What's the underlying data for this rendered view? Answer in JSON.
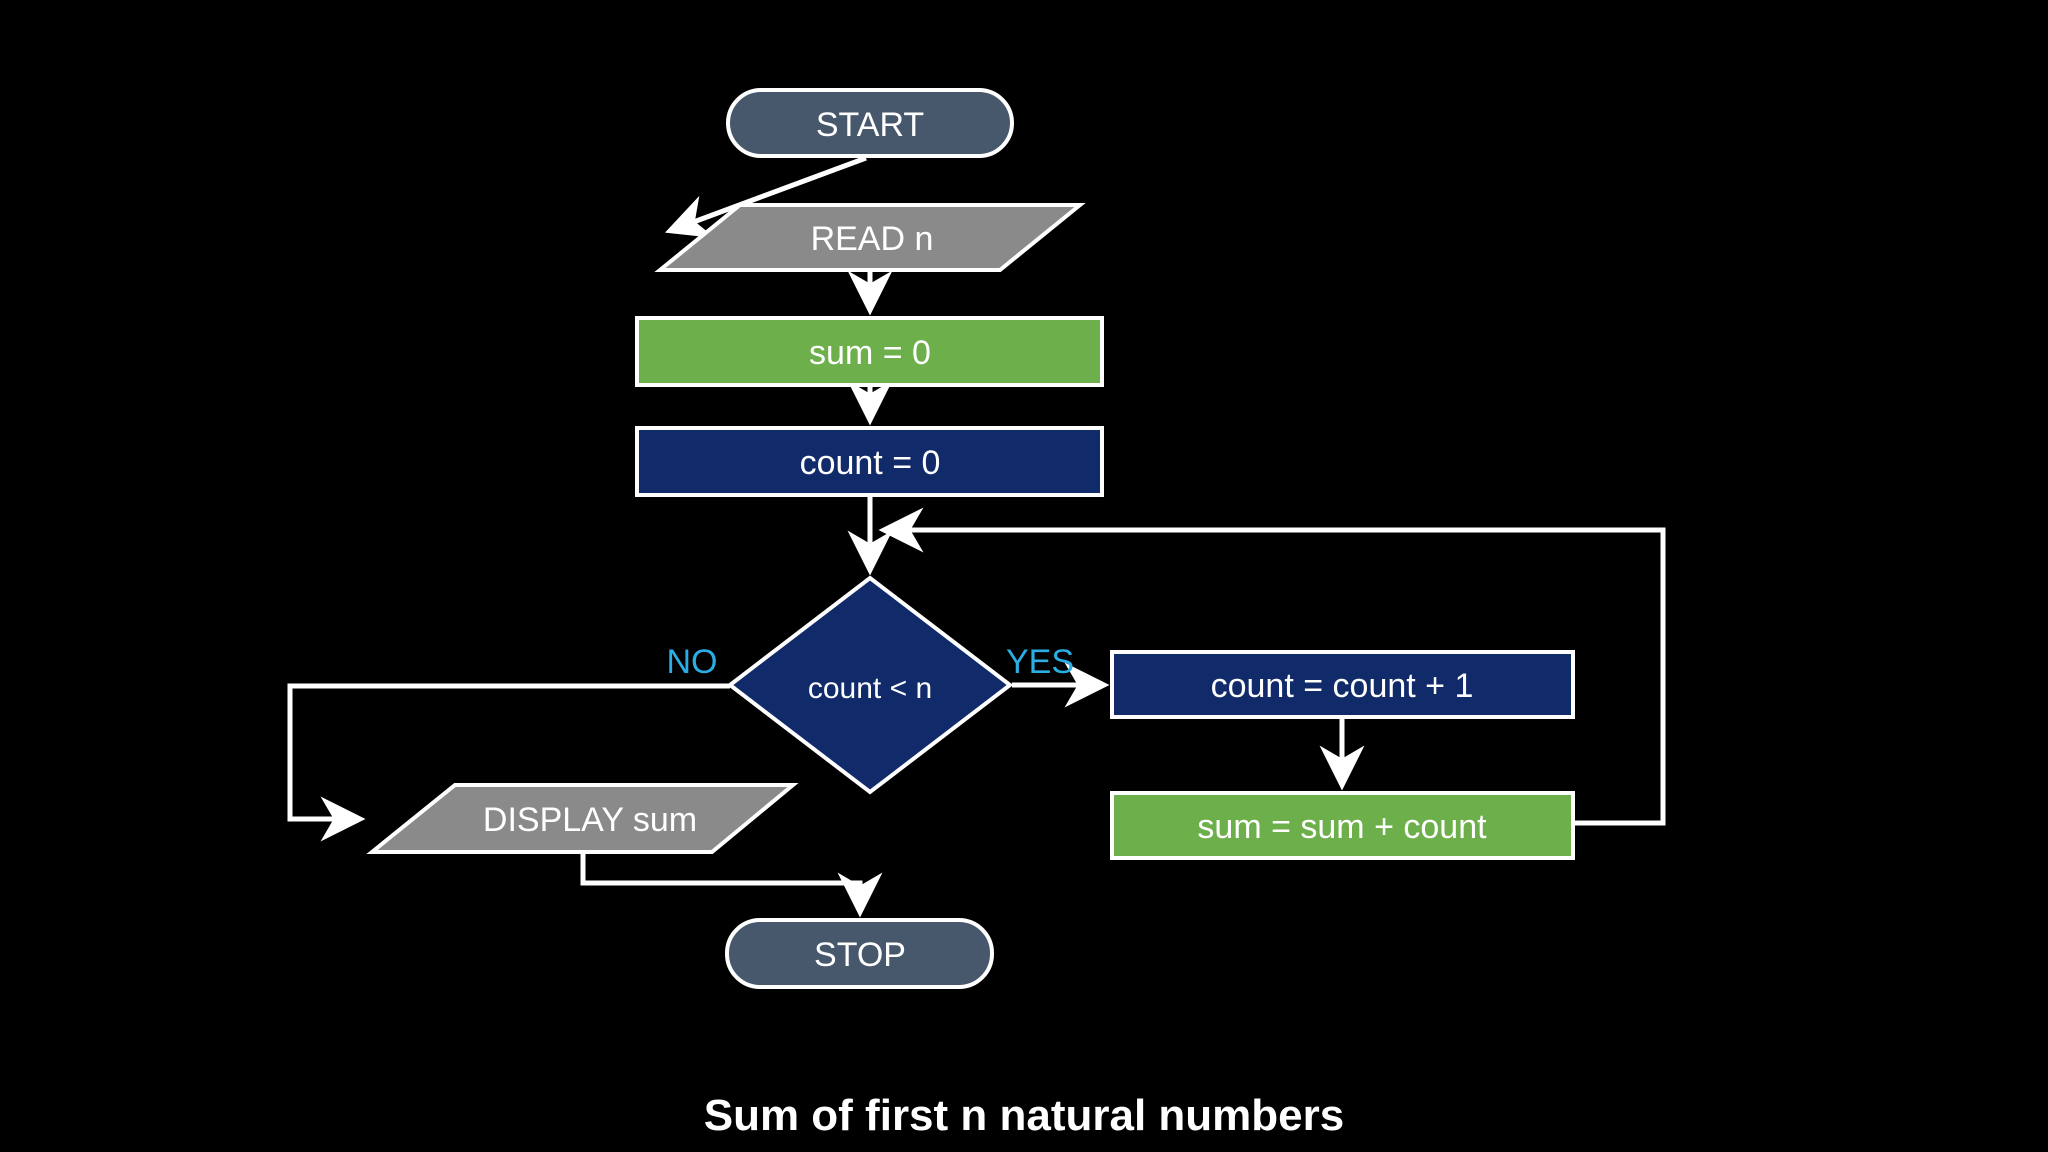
{
  "title": "Sum of first n natural numbers",
  "colors": {
    "background": "#000000",
    "terminator_slate": "#47586C",
    "node_navy": "#112A6A",
    "node_green": "#6DB04B",
    "node_gray": "#8A8A8A",
    "label_cyan": "#2BAEE4",
    "line_white": "#FFFFFF",
    "text_white": "#FFFFFF"
  },
  "nodes": {
    "start": {
      "type": "terminator",
      "label": "START"
    },
    "read_n": {
      "type": "input",
      "label": "READ n"
    },
    "init_sum": {
      "type": "process",
      "label": "sum = 0"
    },
    "init_count": {
      "type": "process",
      "label": "count = 0"
    },
    "condition": {
      "type": "decision",
      "label": "count < n"
    },
    "increment": {
      "type": "process",
      "label": "count = count + 1"
    },
    "accumulate": {
      "type": "process",
      "label": "sum = sum + count"
    },
    "display": {
      "type": "output",
      "label": "DISPLAY sum"
    },
    "stop": {
      "type": "terminator",
      "label": "STOP"
    }
  },
  "edges": {
    "yes_label": "YES",
    "no_label": "NO"
  }
}
